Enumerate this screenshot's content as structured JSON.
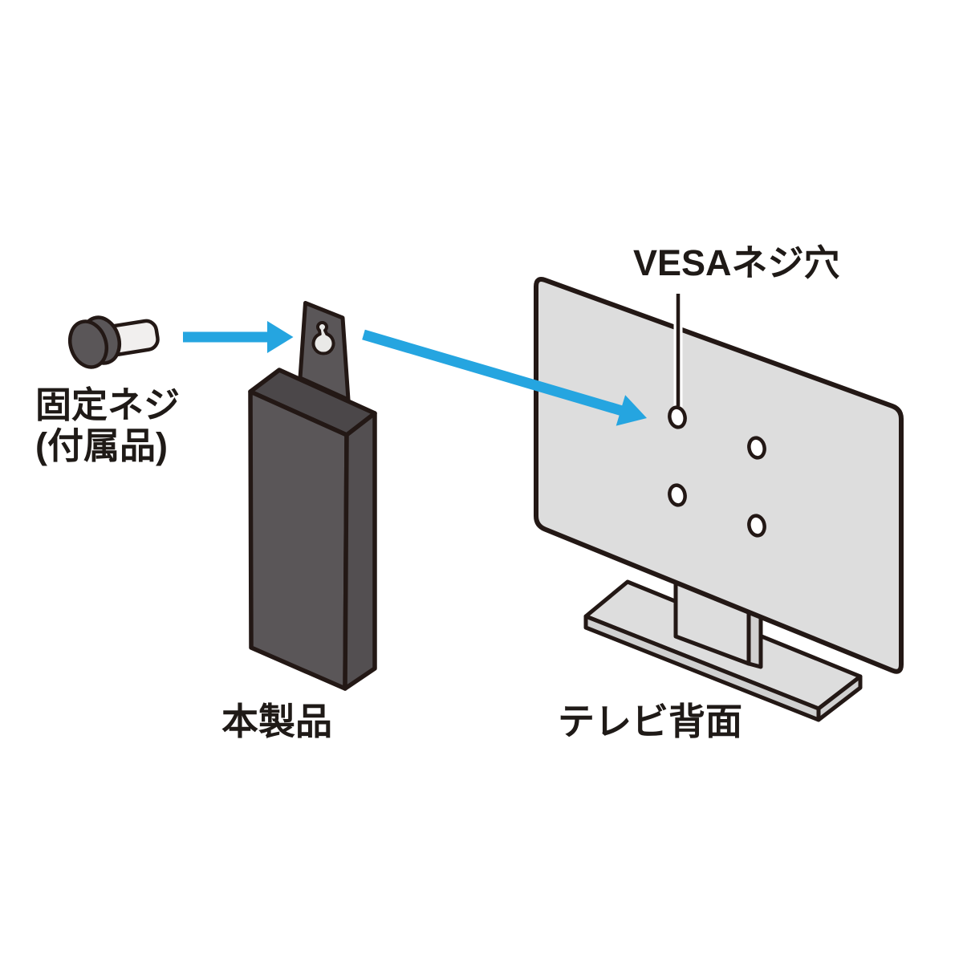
{
  "diagram": {
    "labels": {
      "vesa_hole": "VESAネジ穴",
      "fixing_screw": {
        "line1": "固定ネジ",
        "line2": "(付属品)"
      },
      "product": "本製品",
      "tv_back": "テレビ背面"
    },
    "colors": {
      "ink": "#1f1a17",
      "outline": "#231815",
      "arrow_blue": "#25a5e0",
      "panel": "#dddddd",
      "panel_shade": "#d0d0d0",
      "box_front": "#5a5658",
      "box_top": "#4b4749",
      "box_side": "#534f51",
      "screw_shaft": "#f1efee",
      "hole_fill": "#ffffff",
      "keyhole_fill": "#e9e9e7",
      "background": "#ffffff"
    }
  }
}
